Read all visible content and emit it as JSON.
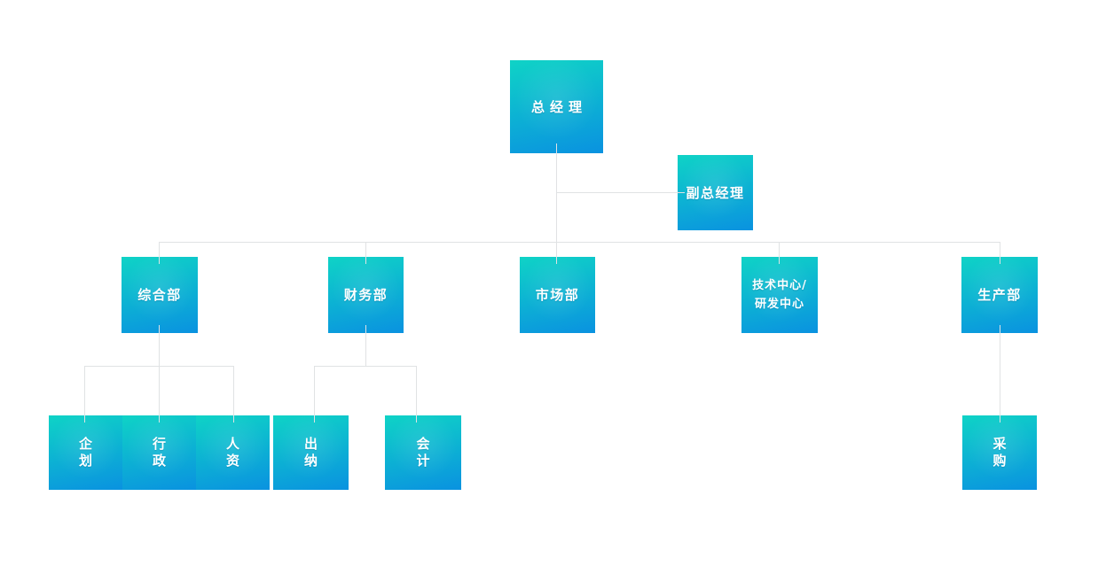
{
  "style": {
    "node_top": "#0fd3c6",
    "node_bottom": "#0a92e0",
    "node_text": "#ffffff",
    "line_color": "#e0e2e4",
    "page_background": "#ffffff"
  },
  "nodes": [
    {
      "id": "general-manager",
      "label": "总经理",
      "lines": [
        "总经理"
      ]
    },
    {
      "id": "deputy-general-manager",
      "label": "副总经理",
      "lines": [
        "副总经理"
      ]
    },
    {
      "id": "general-affairs-dept",
      "label": "综合部",
      "lines": [
        "综合部"
      ]
    },
    {
      "id": "finance-dept",
      "label": "财务部",
      "lines": [
        "财务部"
      ]
    },
    {
      "id": "marketing-dept",
      "label": "市场部",
      "lines": [
        "市场部"
      ]
    },
    {
      "id": "tech-rd-center",
      "label": "技术中心/研发中心",
      "lines": [
        "技术中心/",
        "研发中心"
      ]
    },
    {
      "id": "production-dept",
      "label": "生产部",
      "lines": [
        "生产部"
      ]
    },
    {
      "id": "planning",
      "label": "企划",
      "lines": [
        "企",
        "划"
      ]
    },
    {
      "id": "administration",
      "label": "行政",
      "lines": [
        "行",
        "政"
      ]
    },
    {
      "id": "human-resources",
      "label": "人资",
      "lines": [
        "人",
        "资"
      ]
    },
    {
      "id": "cashier",
      "label": "出纳",
      "lines": [
        "出",
        "纳"
      ]
    },
    {
      "id": "accounting",
      "label": "会计",
      "lines": [
        "会",
        "计"
      ]
    },
    {
      "id": "procurement",
      "label": "采购",
      "lines": [
        "采",
        "购"
      ]
    }
  ],
  "hierarchy": {
    "root": "总经理",
    "edges": [
      [
        "总经理",
        "副总经理"
      ],
      [
        "总经理",
        "综合部"
      ],
      [
        "总经理",
        "财务部"
      ],
      [
        "总经理",
        "市场部"
      ],
      [
        "总经理",
        "技术中心/研发中心"
      ],
      [
        "总经理",
        "生产部"
      ],
      [
        "综合部",
        "企划"
      ],
      [
        "综合部",
        "行政"
      ],
      [
        "综合部",
        "人资"
      ],
      [
        "财务部",
        "出纳"
      ],
      [
        "财务部",
        "会计"
      ],
      [
        "生产部",
        "采购"
      ]
    ]
  }
}
